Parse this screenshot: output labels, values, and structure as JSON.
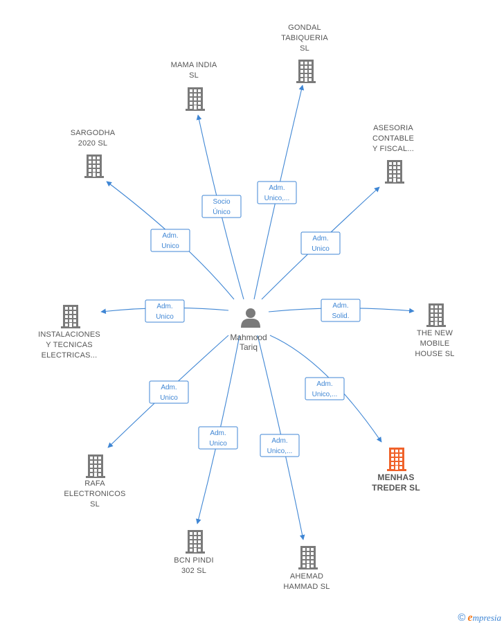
{
  "center": {
    "name_lines": [
      "Mahmood",
      "Tariq"
    ]
  },
  "colors": {
    "edge": "#3f86d4",
    "building": "#7a7a7a",
    "highlight": "#f0622a",
    "text": "#555555"
  },
  "nodes": [
    {
      "id": "gondal",
      "lines": [
        "GONDAL",
        "TABIQUERIA",
        "SL"
      ],
      "role": [
        "Adm.",
        "Unico,..."
      ],
      "highlight": false
    },
    {
      "id": "mama-india",
      "lines": [
        "MAMA INDIA",
        "SL"
      ],
      "role": [
        "Socio",
        "Único"
      ],
      "highlight": false
    },
    {
      "id": "sargodha",
      "lines": [
        "SARGODHA",
        "2020  SL"
      ],
      "role": [
        "Adm.",
        "Unico"
      ],
      "highlight": false
    },
    {
      "id": "asesoria",
      "lines": [
        "ASESORIA",
        "CONTABLE",
        "Y FISCAL..."
      ],
      "role": [
        "Adm.",
        "Unico"
      ],
      "highlight": false
    },
    {
      "id": "instalaciones",
      "lines": [
        "INSTALACIONES",
        "Y TECNICAS",
        "ELECTRICAS..."
      ],
      "role": [
        "Adm.",
        "Unico"
      ],
      "highlight": false
    },
    {
      "id": "new-mobile",
      "lines": [
        "THE NEW",
        "MOBILE",
        "HOUSE  SL"
      ],
      "role": [
        "Adm.",
        "Solid."
      ],
      "highlight": false
    },
    {
      "id": "rafa",
      "lines": [
        "RAFA",
        "ELECTRONICOS",
        "SL"
      ],
      "role": [
        "Adm.",
        "Unico"
      ],
      "highlight": false
    },
    {
      "id": "menhas",
      "lines": [
        "MENHAS",
        "TREDER  SL"
      ],
      "role": [
        "Adm.",
        "Unico,..."
      ],
      "highlight": true
    },
    {
      "id": "bcn-pindi",
      "lines": [
        "BCN PINDI",
        "302  SL"
      ],
      "role": [
        "Adm.",
        "Unico"
      ],
      "highlight": false
    },
    {
      "id": "ahemad",
      "lines": [
        "AHEMAD",
        "HAMMAD SL"
      ],
      "role": [
        "Adm.",
        "Unico,..."
      ],
      "highlight": false
    }
  ],
  "footer": {
    "copyright": "©",
    "brand_initial": "e",
    "brand_rest": "mpresia"
  }
}
